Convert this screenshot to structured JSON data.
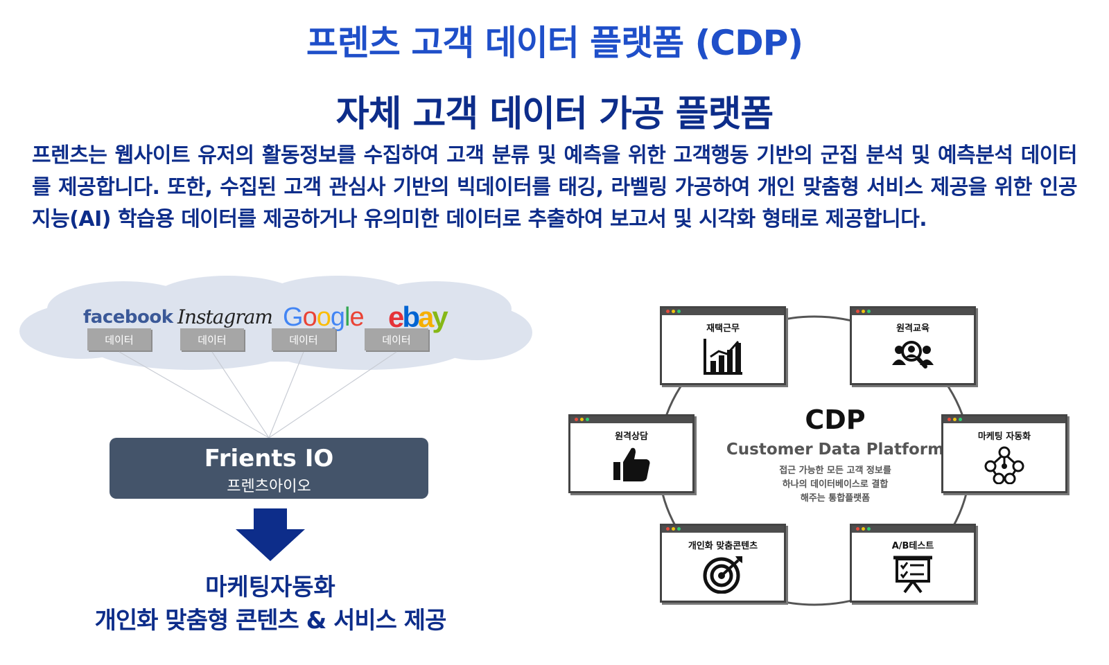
{
  "header": {
    "title": "프렌츠 고객 데이터 플랫폼 (CDP)",
    "subtitle": "자체 고객 데이터 가공 플랫폼"
  },
  "description": "프렌츠는 웹사이트 유저의 활동정보를 수집하여 고객 분류 및 예측을 위한 고객행동 기반의 군집 분석 및 예측분석 데이터를 제공합니다. 또한, 수집된 고객 관심사 기반의 빅데이터를 태깅, 라벨링 가공하여 개인 맞춤형 서비스 제공을 위한 인공지능(AI) 학습용 데이터를 제공하거나 유의미한 데이터로 추출하여 보고서 및 시각화 형태로 제공합니다.",
  "sources": {
    "facebook": "facebook",
    "instagram": "Instagram",
    "google": "Google",
    "ebay": "ebay",
    "data_labels": [
      "데이터",
      "데이터",
      "데이터",
      "데이터"
    ]
  },
  "hub": {
    "title": "Frients IO",
    "subtitle": "프렌츠아이오"
  },
  "output": {
    "line1": "마케팅자동화",
    "line2": "개인화 맞춤형 콘텐츠 & 서비스 제공"
  },
  "cdp": {
    "title": "CDP",
    "full_name": "Customer Data Platform",
    "description": "접근 가능한 모든 고객 정보를\n하나의 데이터베이스로 결합\n해주는 통합플랫폼",
    "modules": [
      {
        "label": "재택근무",
        "icon": "bar-chart-icon"
      },
      {
        "label": "원격교육",
        "icon": "people-search-icon"
      },
      {
        "label": "원격상담",
        "icon": "thumbs-up-icon"
      },
      {
        "label": "마케팅 자동화",
        "icon": "network-icon"
      },
      {
        "label": "개인화 맞춤콘텐츠",
        "icon": "target-icon"
      },
      {
        "label": "A/B테스트",
        "icon": "presentation-board-icon"
      }
    ]
  },
  "colors": {
    "title_blue": "#1f4fc9",
    "navy": "#0d2d8a",
    "hub_bg": "#44546a",
    "data_box": "#a6a6a6",
    "cloud": "#dde3ee"
  }
}
